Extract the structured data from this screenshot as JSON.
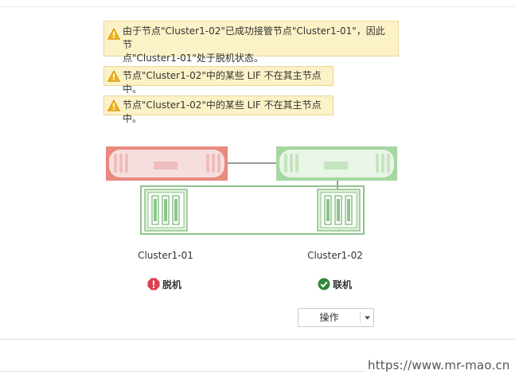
{
  "alerts": [
    {
      "message": "由于节点\"Cluster1-02\"已成功接管节点\"Cluster1-01\"，因此节\n点\"Cluster1-01\"处于脱机状态。",
      "icon": "warning-icon"
    },
    {
      "message": "节点\"Cluster1-02\"中的某些 LIF 不在其主节点中。",
      "icon": "warning-icon"
    },
    {
      "message": "节点\"Cluster1-02\"中的某些 LIF 不在其主节点中。",
      "icon": "warning-icon"
    }
  ],
  "nodes": [
    {
      "name": "Cluster1-01",
      "status": "脱机",
      "status_icon": "error-icon",
      "color": "#e98a7f"
    },
    {
      "name": "Cluster1-02",
      "status": "联机",
      "status_icon": "check-icon",
      "color": "#a6d6a1"
    }
  ],
  "actions": {
    "label": "操作",
    "icon": "caret-down-icon"
  },
  "colors": {
    "alert_bg": "#fcf2c7",
    "alert_border": "#ead79a",
    "offline_red": "#d9424e",
    "online_green": "#2f8a3a",
    "shelf_green": "#8cc48a"
  },
  "watermark": "https://www.mr-mao.cn"
}
